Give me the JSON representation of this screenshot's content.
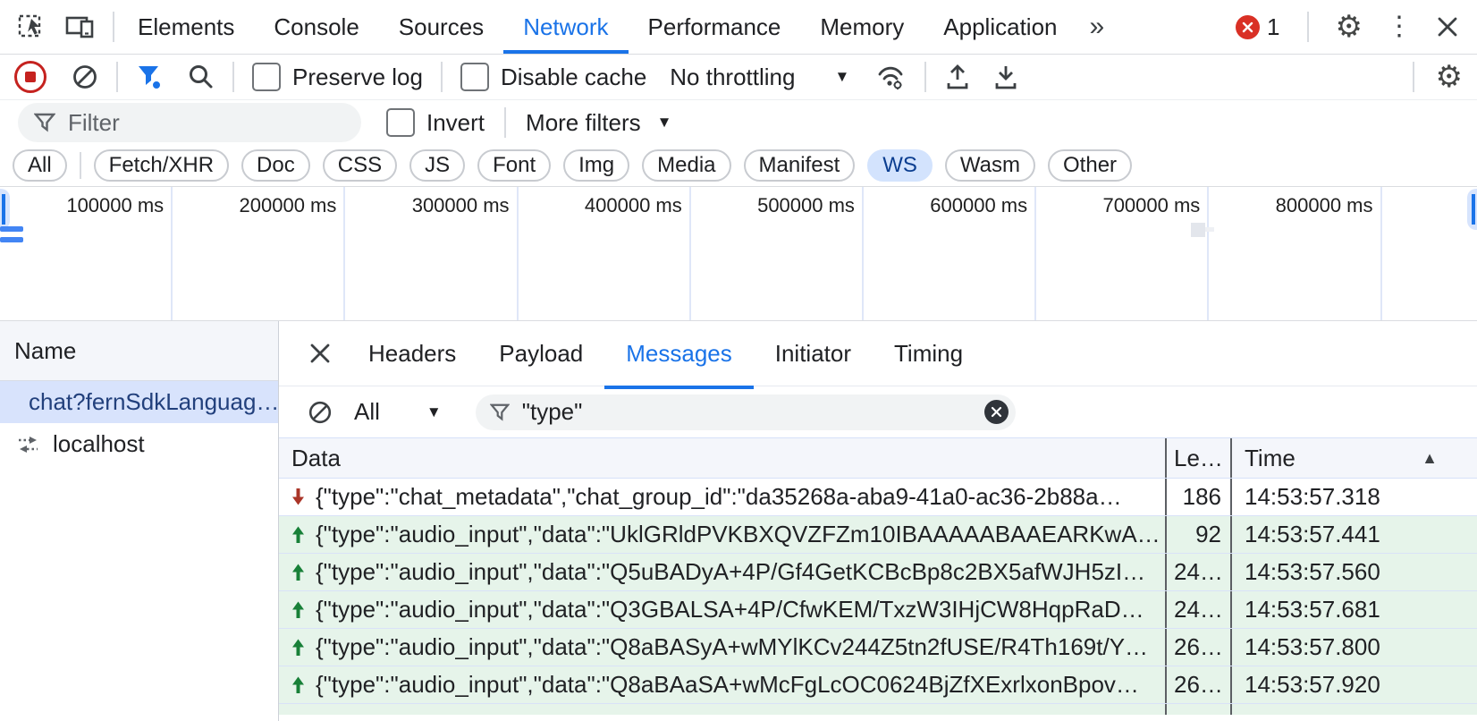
{
  "tab_bar": {
    "tabs": [
      "Elements",
      "Console",
      "Sources",
      "Network",
      "Performance",
      "Memory",
      "Application"
    ],
    "active_tab": "Network",
    "error_badge_count": "1"
  },
  "toolbar": {
    "preserve_log": "Preserve log",
    "disable_cache": "Disable cache",
    "throttling": "No throttling"
  },
  "filter_bar": {
    "placeholder": "Filter",
    "invert": "Invert",
    "more_filters": "More filters"
  },
  "type_filters": {
    "selected": "WS",
    "chips": [
      "All",
      "Fetch/XHR",
      "Doc",
      "CSS",
      "JS",
      "Font",
      "Img",
      "Media",
      "Manifest",
      "WS",
      "Wasm",
      "Other"
    ]
  },
  "timeline": {
    "ticks": [
      "100000 ms",
      "200000 ms",
      "300000 ms",
      "400000 ms",
      "500000 ms",
      "600000 ms",
      "700000 ms",
      "800000 ms"
    ]
  },
  "requests": {
    "column_header": "Name",
    "selected": "chat?fernSdkLanguag…",
    "items": [
      {
        "name": "chat?fernSdkLanguag…"
      },
      {
        "name": "localhost"
      }
    ]
  },
  "details": {
    "tabs": [
      "Headers",
      "Payload",
      "Messages",
      "Initiator",
      "Timing"
    ],
    "active_tab": "Messages",
    "messages_toolbar": {
      "direction_filter": "All",
      "search_value": "\"type\""
    },
    "columns": {
      "data": "Data",
      "length": "Le…",
      "time": "Time"
    },
    "sort": {
      "column": "Time",
      "direction": "ascending"
    },
    "rows": [
      {
        "direction": "received",
        "data": "{\"type\":\"chat_metadata\",\"chat_group_id\":\"da35268a-aba9-41a0-ac36-2b88a…",
        "length": "186",
        "time": "14:53:57.318"
      },
      {
        "direction": "sent",
        "data": "{\"type\":\"audio_input\",\"data\":\"UklGRldPVKBXQVZFZm10IBAAAAABAAEARKwA…",
        "length": "92",
        "time": "14:53:57.441"
      },
      {
        "direction": "sent",
        "data": "{\"type\":\"audio_input\",\"data\":\"Q5uBADyA+4P/Gf4GetKCBcBp8c2BX5afWJH5zI…",
        "length": "24…",
        "time": "14:53:57.560"
      },
      {
        "direction": "sent",
        "data": "{\"type\":\"audio_input\",\"data\":\"Q3GBALSA+4P/CfwKEM/TxzW3IHjCW8HqpRaD…",
        "length": "24…",
        "time": "14:53:57.681"
      },
      {
        "direction": "sent",
        "data": "{\"type\":\"audio_input\",\"data\":\"Q8aBASyA+wMYlKCv244Z5tn2fUSE/R4Th169t/Y…",
        "length": "26…",
        "time": "14:53:57.800"
      },
      {
        "direction": "sent",
        "data": "{\"type\":\"audio_input\",\"data\":\"Q8aBAaSA+wMcFgLcOC0624BjZfXExrlxonBpov…",
        "length": "26…",
        "time": "14:53:57.920"
      }
    ]
  },
  "colors": {
    "accent_blue": "#1a73e8",
    "error_red": "#d93025",
    "record_red": "#c5221f",
    "sent_row_bg": "#e6f4ea",
    "sent_arrow_green": "#188038",
    "received_arrow_red": "#aa3528",
    "selected_request_bg": "#d8e3fc",
    "selected_chip_bg": "#d3e3fd"
  }
}
